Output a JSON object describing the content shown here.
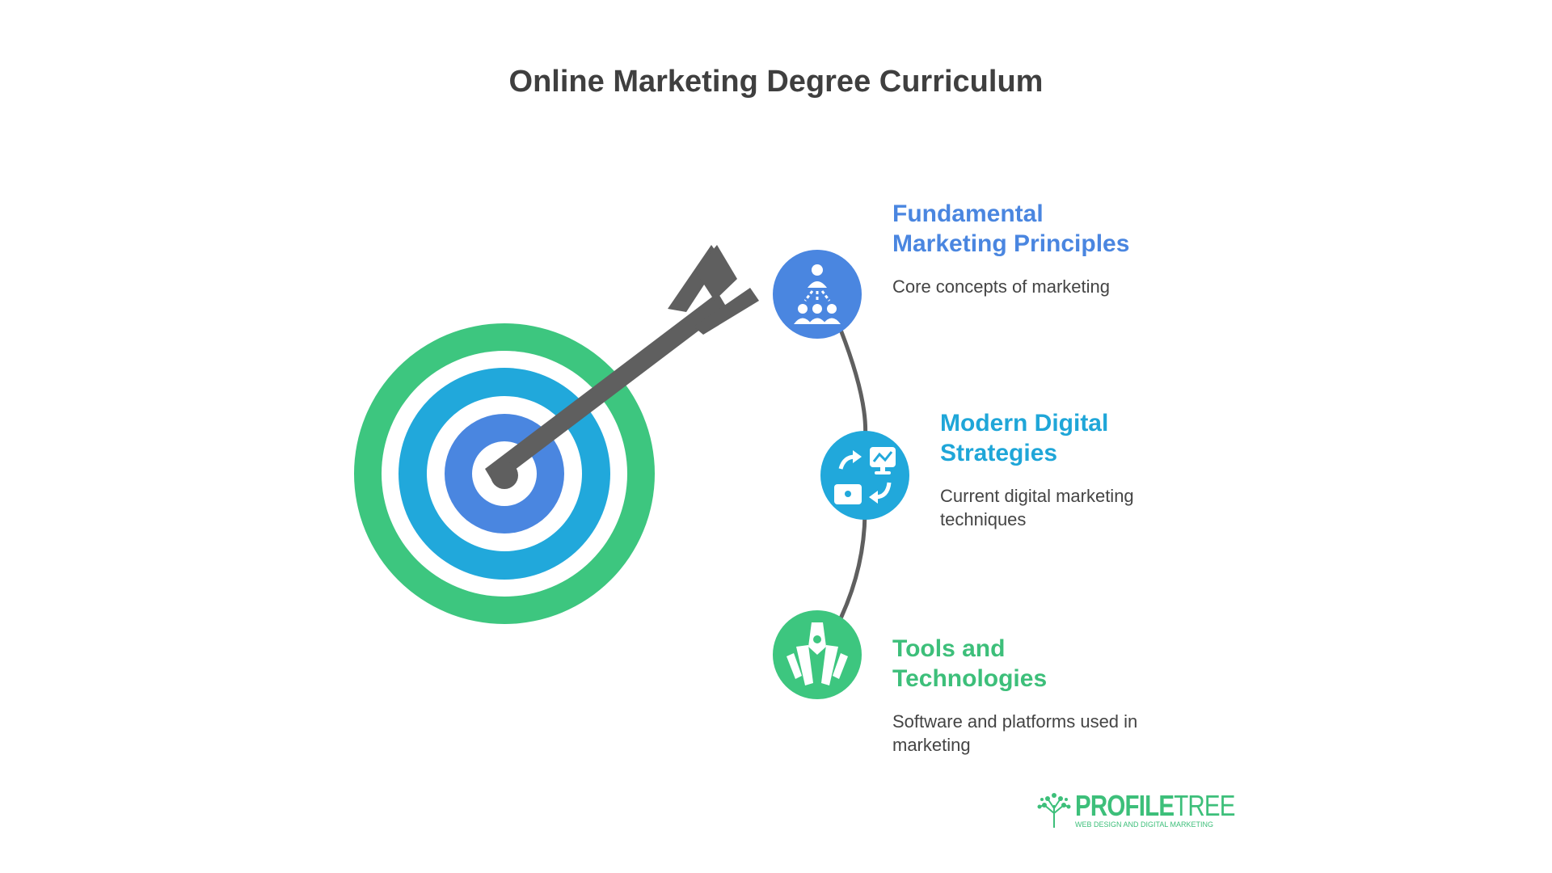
{
  "title": "Online Marketing Degree Curriculum",
  "items": [
    {
      "title_line1": "Fundamental",
      "title_line2": "Marketing Principles",
      "description": "Core concepts of marketing",
      "icon": "hierarchy-people-icon",
      "color": "#4a86e0"
    },
    {
      "title_line1": "Modern Digital",
      "title_line2": "Strategies",
      "description": "Current digital marketing techniques",
      "icon": "digital-strategy-icon",
      "color": "#1fa6d8"
    },
    {
      "title_line1": "Tools and",
      "title_line2": "Technologies",
      "description": "Software and platforms used in marketing",
      "icon": "tools-icon",
      "color": "#3dbf7a"
    }
  ],
  "logo": {
    "name_bold": "PROFILE",
    "name_light": "TREE",
    "tagline": "WEB DESIGN AND DIGITAL MARKETING",
    "color": "#3dbf7a"
  },
  "colors": {
    "target_outer": "#3dc67f",
    "target_middle": "#21a8db",
    "target_inner": "#4a86e0",
    "arrow": "#5f5f5f",
    "connector": "#5f5f5f"
  }
}
